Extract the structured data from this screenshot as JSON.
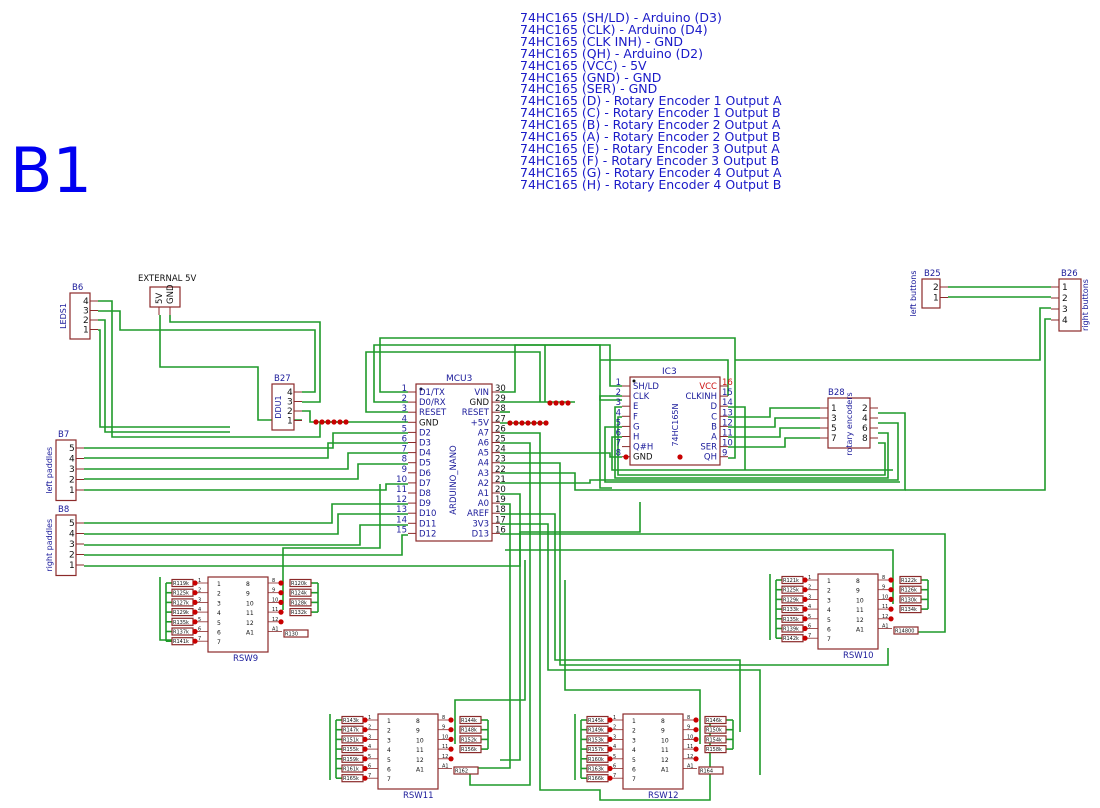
{
  "sheet": {
    "id": "B1"
  },
  "notes": [
    "74HC165 (SH/LD) - Arduino (D3)",
    "74HC165 (CLK) - Arduino (D4)",
    "74HC165 (CLK INH) - GND",
    "74HC165 (QH) - Arduino (D2)",
    "74HC165 (VCC) - 5V",
    "74HC165 (GND) - GND",
    "74HC165 (SER) - GND",
    "74HC165 (D) - Rotary Encoder 1 Output A",
    "74HC165 (C) - Rotary Encoder 1 Output B",
    "74HC165 (B) - Rotary Encoder 2 Output A",
    "74HC165 (A) - Rotary Encoder 2 Output B",
    "74HC165 (E) - Rotary Encoder 3 Output A",
    "74HC165 (F) - Rotary Encoder 3 Output B",
    "74HC165 (G) - Rotary Encoder 4 Output A",
    "74HC165 (H) - Rotary Encoder 4 Output B"
  ],
  "headers": {
    "B6": {
      "ref": "B6",
      "value": "LEDS1",
      "pins": [
        "4",
        "3",
        "2",
        "1"
      ]
    },
    "B27": {
      "ref": "B27",
      "value": "DDU1",
      "pins": [
        "4",
        "3",
        "2",
        "1"
      ]
    },
    "B7": {
      "ref": "B7",
      "value": "left paddles",
      "pins": [
        "5",
        "4",
        "3",
        "2",
        "1"
      ]
    },
    "B8": {
      "ref": "B8",
      "value": "right paddles",
      "pins": [
        "5",
        "4",
        "3",
        "2",
        "1"
      ]
    },
    "B25": {
      "ref": "B25",
      "value": "left buttons",
      "pins": [
        "2",
        "1"
      ]
    },
    "B26": {
      "ref": "B26",
      "value": "right buttons",
      "pins": [
        "1",
        "2",
        "3",
        "4"
      ]
    },
    "B28": {
      "ref": "B28",
      "value": "rotary encoders",
      "pins_left": [
        "1",
        "3",
        "5",
        "7"
      ],
      "pins_right": [
        "2",
        "4",
        "6",
        "8"
      ]
    }
  },
  "power": {
    "title": "EXTERNAL 5V",
    "pins": [
      "5V",
      "GND"
    ]
  },
  "mcu": {
    "ref": "MCU3",
    "value": "ARDUINO_NANO",
    "left": [
      {
        "n": "1",
        "name": "D1/TX"
      },
      {
        "n": "2",
        "name": "D0/RX"
      },
      {
        "n": "3",
        "name": "RESET"
      },
      {
        "n": "4",
        "name": "GND"
      },
      {
        "n": "5",
        "name": "D2"
      },
      {
        "n": "6",
        "name": "D3"
      },
      {
        "n": "7",
        "name": "D4"
      },
      {
        "n": "8",
        "name": "D5"
      },
      {
        "n": "9",
        "name": "D6"
      },
      {
        "n": "10",
        "name": "D7"
      },
      {
        "n": "11",
        "name": "D8"
      },
      {
        "n": "12",
        "name": "D9"
      },
      {
        "n": "13",
        "name": "D10"
      },
      {
        "n": "14",
        "name": "D11"
      },
      {
        "n": "15",
        "name": "D12"
      }
    ],
    "right": [
      {
        "n": "30",
        "name": "VIN"
      },
      {
        "n": "29",
        "name": "GND"
      },
      {
        "n": "28",
        "name": "RESET"
      },
      {
        "n": "27",
        "name": "+5V"
      },
      {
        "n": "26",
        "name": "A7"
      },
      {
        "n": "25",
        "name": "A6"
      },
      {
        "n": "24",
        "name": "A5"
      },
      {
        "n": "23",
        "name": "A4"
      },
      {
        "n": "22",
        "name": "A3"
      },
      {
        "n": "21",
        "name": "A2"
      },
      {
        "n": "20",
        "name": "A1"
      },
      {
        "n": "19",
        "name": "A0"
      },
      {
        "n": "18",
        "name": "AREF"
      },
      {
        "n": "17",
        "name": "3V3"
      },
      {
        "n": "16",
        "name": "D13"
      }
    ]
  },
  "ic": {
    "ref": "IC3",
    "value": "74HC165N",
    "left": [
      {
        "n": "1",
        "name": "SH/LD"
      },
      {
        "n": "2",
        "name": "CLK"
      },
      {
        "n": "3",
        "name": "E"
      },
      {
        "n": "4",
        "name": "F"
      },
      {
        "n": "5",
        "name": "G"
      },
      {
        "n": "6",
        "name": "H"
      },
      {
        "n": "7",
        "name": "Q#H"
      },
      {
        "n": "8",
        "name": "GND"
      }
    ],
    "right": [
      {
        "n": "16",
        "name": "VCC",
        "accent": true
      },
      {
        "n": "15",
        "name": "CLKINH"
      },
      {
        "n": "14",
        "name": "D"
      },
      {
        "n": "13",
        "name": "C"
      },
      {
        "n": "12",
        "name": "B"
      },
      {
        "n": "11",
        "name": "A"
      },
      {
        "n": "10",
        "name": "SER"
      },
      {
        "n": "9",
        "name": "QH"
      }
    ]
  },
  "rsw": [
    {
      "ref": "RSW9",
      "res_left": [
        "R119k",
        "R125k",
        "R127k",
        "R129k",
        "R135k",
        "R137k",
        "R141k"
      ],
      "res_right": [
        "R120k",
        "R124k",
        "R128k",
        "R132k"
      ],
      "res_extra": "R130"
    },
    {
      "ref": "RSW10",
      "res_left": [
        "R121k",
        "R125k",
        "R129k",
        "R133k",
        "R135k",
        "R139k",
        "R142k"
      ],
      "res_right": [
        "R122k",
        "R126k",
        "R130k",
        "R134k"
      ],
      "res_extra": "R14800"
    },
    {
      "ref": "RSW11",
      "res_left": [
        "R143k",
        "R147k",
        "R151k",
        "R155k",
        "R159k",
        "R161k",
        "R165k"
      ],
      "res_right": [
        "R144k",
        "R148k",
        "R152k",
        "R156k"
      ],
      "res_extra": "R162"
    },
    {
      "ref": "RSW12",
      "res_left": [
        "R145k",
        "R149k",
        "R153k",
        "R157k",
        "R160k",
        "R163k",
        "R166k"
      ],
      "res_right": [
        "R146k",
        "R150k",
        "R154k",
        "R158k"
      ],
      "res_extra": "R164"
    }
  ],
  "rsw_pins": {
    "left": [
      "1",
      "2",
      "3",
      "4",
      "5",
      "6",
      "7"
    ],
    "right": [
      "8",
      "9",
      "10",
      "11",
      "12",
      "A1"
    ]
  },
  "colors": {
    "wire": "#1f9a2a",
    "body": "#8b2a2a",
    "label": "#1a1a9a",
    "junction": "#c80000",
    "sheet_id": "#0000f0"
  }
}
